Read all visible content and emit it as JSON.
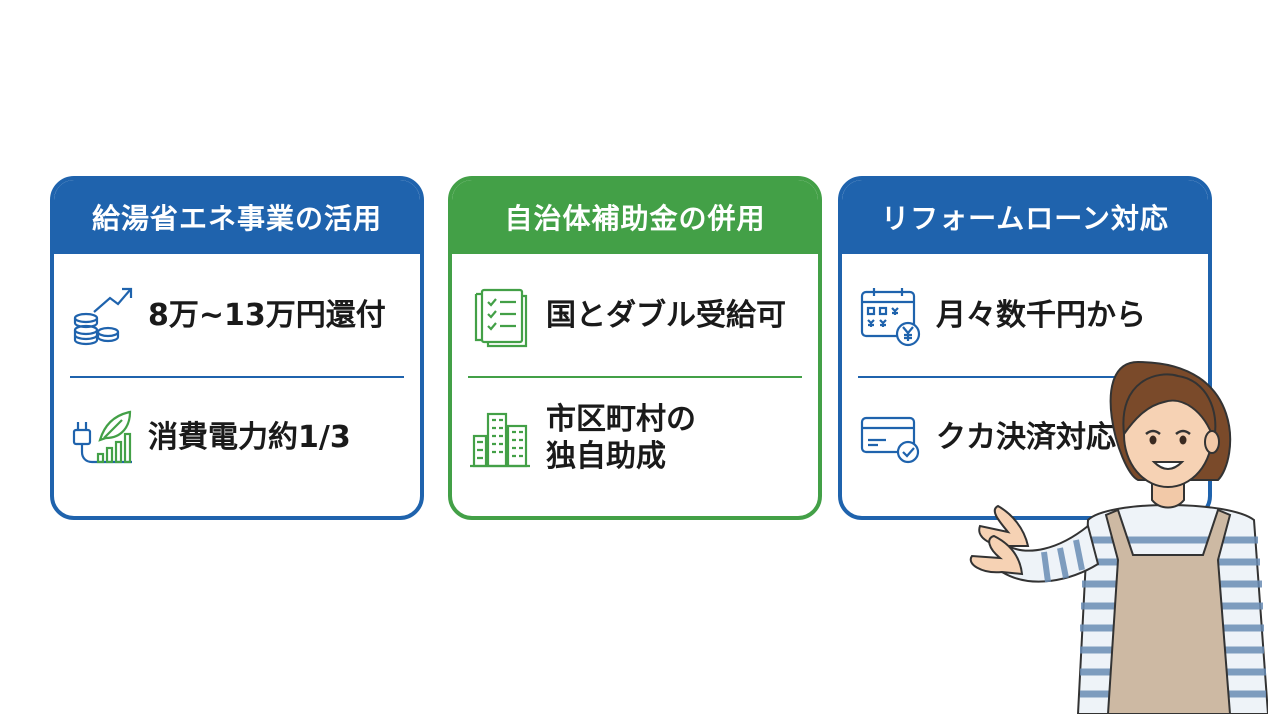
{
  "cards": [
    {
      "title": "給湯省エネ事業の活用",
      "items": [
        {
          "icon": "coins-growth-icon",
          "lines": [
            "8万~13万円還付"
          ]
        },
        {
          "icon": "plug-leaf-chart-icon",
          "lines": [
            "消費電力約1/3"
          ]
        }
      ]
    },
    {
      "title": "自治体補助金の併用",
      "items": [
        {
          "icon": "checklist-documents-icon",
          "lines": [
            "国とダブル受給可"
          ]
        },
        {
          "icon": "city-buildings-icon",
          "lines": [
            "市区町村の",
            "独自助成"
          ]
        }
      ]
    },
    {
      "title": "リフォームローン対応",
      "items": [
        {
          "icon": "calendar-yen-icon",
          "lines": [
            "月々数千円から"
          ]
        },
        {
          "icon": "credit-card-check-icon",
          "lines": [
            "クカ決済対応"
          ]
        }
      ]
    }
  ],
  "colors": {
    "blue": "#1f63ad",
    "green": "#43a047"
  }
}
